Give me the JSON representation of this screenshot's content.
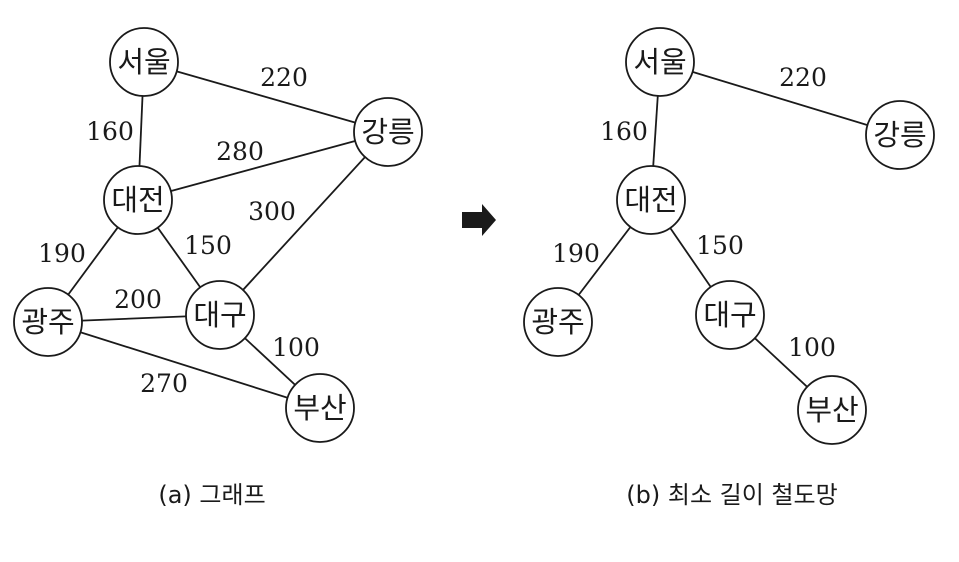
{
  "graph_a": {
    "caption": "(a) 그래프",
    "nodes": [
      {
        "id": "seoul",
        "label": "서울"
      },
      {
        "id": "gangneung",
        "label": "강릉"
      },
      {
        "id": "daejeon",
        "label": "대전"
      },
      {
        "id": "gwangju",
        "label": "광주"
      },
      {
        "id": "daegu",
        "label": "대구"
      },
      {
        "id": "busan",
        "label": "부산"
      }
    ],
    "edges": [
      {
        "from": "seoul",
        "to": "gangneung",
        "weight": "220"
      },
      {
        "from": "seoul",
        "to": "daejeon",
        "weight": "160"
      },
      {
        "from": "daejeon",
        "to": "gangneung",
        "weight": "280"
      },
      {
        "from": "daegu",
        "to": "gangneung",
        "weight": "300"
      },
      {
        "from": "daejeon",
        "to": "gwangju",
        "weight": "190"
      },
      {
        "from": "daejeon",
        "to": "daegu",
        "weight": "150"
      },
      {
        "from": "gwangju",
        "to": "daegu",
        "weight": "200"
      },
      {
        "from": "daegu",
        "to": "busan",
        "weight": "100"
      },
      {
        "from": "gwangju",
        "to": "busan",
        "weight": "270"
      }
    ]
  },
  "graph_b": {
    "caption": "(b) 최소 길이 철도망",
    "nodes": [
      {
        "id": "seoul",
        "label": "서울"
      },
      {
        "id": "gangneung",
        "label": "강릉"
      },
      {
        "id": "daejeon",
        "label": "대전"
      },
      {
        "id": "gwangju",
        "label": "광주"
      },
      {
        "id": "daegu",
        "label": "대구"
      },
      {
        "id": "busan",
        "label": "부산"
      }
    ],
    "edges": [
      {
        "from": "seoul",
        "to": "gangneung",
        "weight": "220"
      },
      {
        "from": "seoul",
        "to": "daejeon",
        "weight": "160"
      },
      {
        "from": "daejeon",
        "to": "gwangju",
        "weight": "190"
      },
      {
        "from": "daejeon",
        "to": "daegu",
        "weight": "150"
      },
      {
        "from": "daegu",
        "to": "busan",
        "weight": "100"
      }
    ]
  },
  "arrow_icon": "right-arrow-icon"
}
